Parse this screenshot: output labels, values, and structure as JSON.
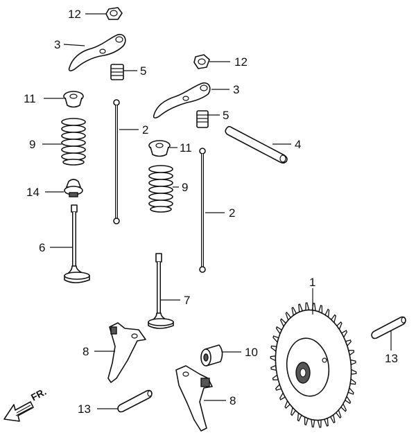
{
  "callouts": [
    {
      "id": "label-12-a",
      "text": "12"
    },
    {
      "id": "label-3-a",
      "text": "3"
    },
    {
      "id": "label-5-a",
      "text": "5"
    },
    {
      "id": "label-12-b",
      "text": "12"
    },
    {
      "id": "label-11-a",
      "text": "11"
    },
    {
      "id": "label-3-b",
      "text": "3"
    },
    {
      "id": "label-5-b",
      "text": "5"
    },
    {
      "id": "label-2-a",
      "text": "2"
    },
    {
      "id": "label-9-a",
      "text": "9"
    },
    {
      "id": "label-4",
      "text": "4"
    },
    {
      "id": "label-11-b",
      "text": "11"
    },
    {
      "id": "label-9-b",
      "text": "9"
    },
    {
      "id": "label-14",
      "text": "14"
    },
    {
      "id": "label-2-b",
      "text": "2"
    },
    {
      "id": "label-6",
      "text": "6"
    },
    {
      "id": "label-1",
      "text": "1"
    },
    {
      "id": "label-7",
      "text": "7"
    },
    {
      "id": "label-8-a",
      "text": "8"
    },
    {
      "id": "label-10",
      "text": "10"
    },
    {
      "id": "label-13-a",
      "text": "13"
    },
    {
      "id": "label-8-b",
      "text": "8"
    },
    {
      "id": "label-13-b",
      "text": "13"
    }
  ],
  "direction_indicator": {
    "text": "FR.",
    "icon": "front-arrow-icon"
  }
}
